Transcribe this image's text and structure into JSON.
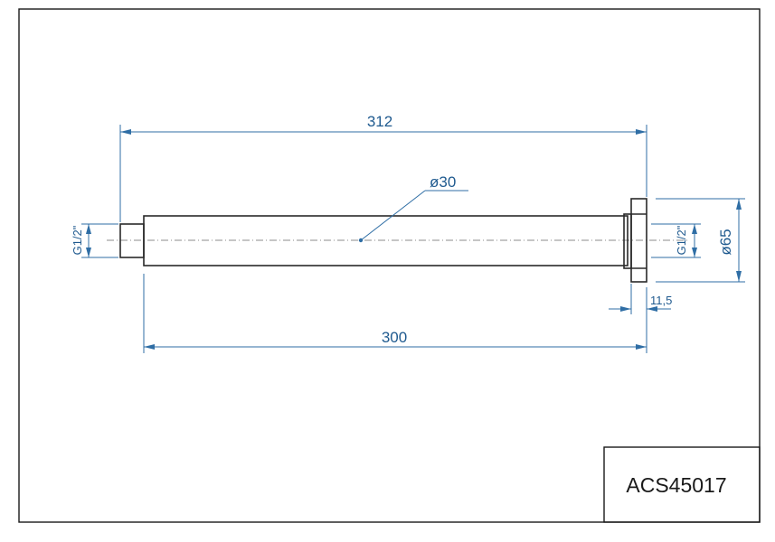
{
  "drawing": {
    "part_number": "ACS45017",
    "dimensions": {
      "overall_length": "312",
      "tube_length": "300",
      "tube_diameter": "ø30",
      "flange_diameter": "ø65",
      "flange_thickness": "11,5",
      "thread_left": "G1/2\"",
      "thread_right": "G1/2\""
    }
  },
  "colors": {
    "dimension": "#1f5a8f",
    "outline": "#2a2a2a",
    "frame": "#1a1a1a"
  }
}
